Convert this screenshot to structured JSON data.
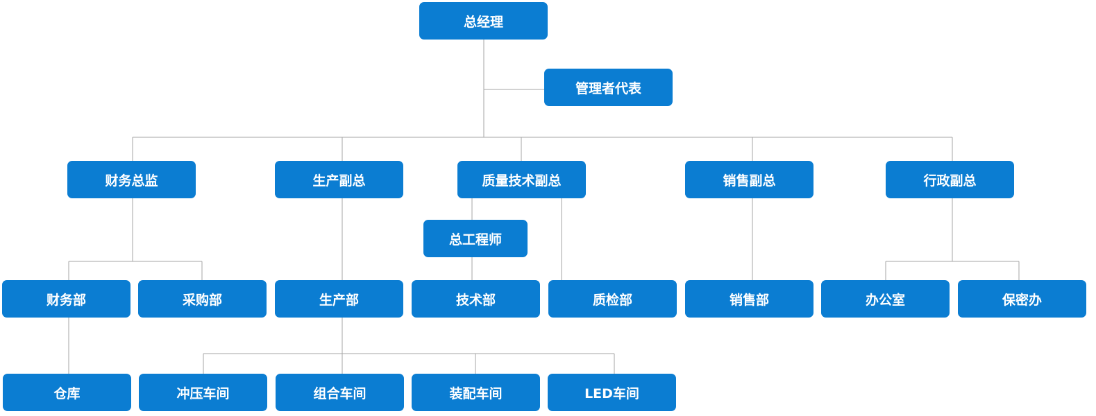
{
  "diagram": {
    "node_color": "#0B7DD2",
    "line_color": "#A6A6A6",
    "nodes": {
      "ceo": "总经理",
      "mgmt_rep": "管理者代表",
      "finance_director": "财务总监",
      "production_vp": "生产副总",
      "quality_tech_vp": "质量技术副总",
      "sales_vp": "销售副总",
      "admin_vp": "行政副总",
      "chief_engineer": "总工程师",
      "finance_dept": "财务部",
      "purchasing_dept": "采购部",
      "production_dept": "生产部",
      "tech_dept": "技术部",
      "qc_dept": "质检部",
      "sales_dept": "销售部",
      "office": "办公室",
      "security_office": "保密办",
      "warehouse": "仓库",
      "stamping_workshop": "冲压车间",
      "assembly_workshop": "组合车间",
      "fitting_workshop": "装配车间",
      "led_workshop": "LED车间"
    },
    "edges": [
      [
        "ceo",
        "mgmt_rep"
      ],
      [
        "ceo",
        "finance_director"
      ],
      [
        "ceo",
        "production_vp"
      ],
      [
        "ceo",
        "quality_tech_vp"
      ],
      [
        "ceo",
        "sales_vp"
      ],
      [
        "ceo",
        "admin_vp"
      ],
      [
        "finance_director",
        "finance_dept"
      ],
      [
        "finance_director",
        "purchasing_dept"
      ],
      [
        "production_vp",
        "production_dept"
      ],
      [
        "quality_tech_vp",
        "chief_engineer"
      ],
      [
        "chief_engineer",
        "tech_dept"
      ],
      [
        "quality_tech_vp",
        "qc_dept"
      ],
      [
        "sales_vp",
        "sales_dept"
      ],
      [
        "admin_vp",
        "office"
      ],
      [
        "admin_vp",
        "security_office"
      ],
      [
        "finance_dept",
        "warehouse"
      ],
      [
        "production_dept",
        "stamping_workshop"
      ],
      [
        "production_dept",
        "assembly_workshop"
      ],
      [
        "production_dept",
        "fitting_workshop"
      ],
      [
        "production_dept",
        "led_workshop"
      ]
    ]
  }
}
